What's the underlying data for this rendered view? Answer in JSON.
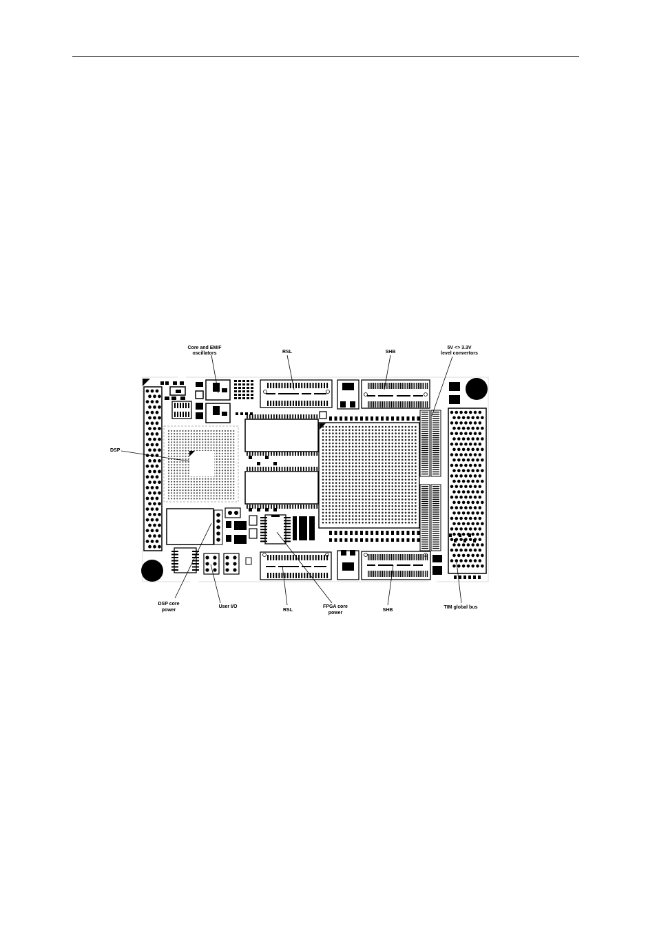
{
  "figure": {
    "labels": {
      "core_emif_oscillators_1": "Core and EMIF",
      "core_emif_oscillators_2": "oscillators",
      "rsl_top": "RSL",
      "shb_top": "SHB",
      "level_converters_1": "5V <> 3.3V",
      "level_converters_2": "level convertors",
      "dsp": "DSP",
      "dsp_core_power_1": "DSP core",
      "dsp_core_power_2": "power",
      "user_io": "User I/O",
      "rsl_bottom": "RSL",
      "fpga_core_power_1": "FPGA core",
      "fpga_core_power_2": "power",
      "shb_bottom": "SHB",
      "tim_global_bus": "TIM global bus"
    },
    "colors": {
      "ink": "#000000",
      "paper": "#ffffff",
      "outline": "#cfcfcf"
    }
  }
}
